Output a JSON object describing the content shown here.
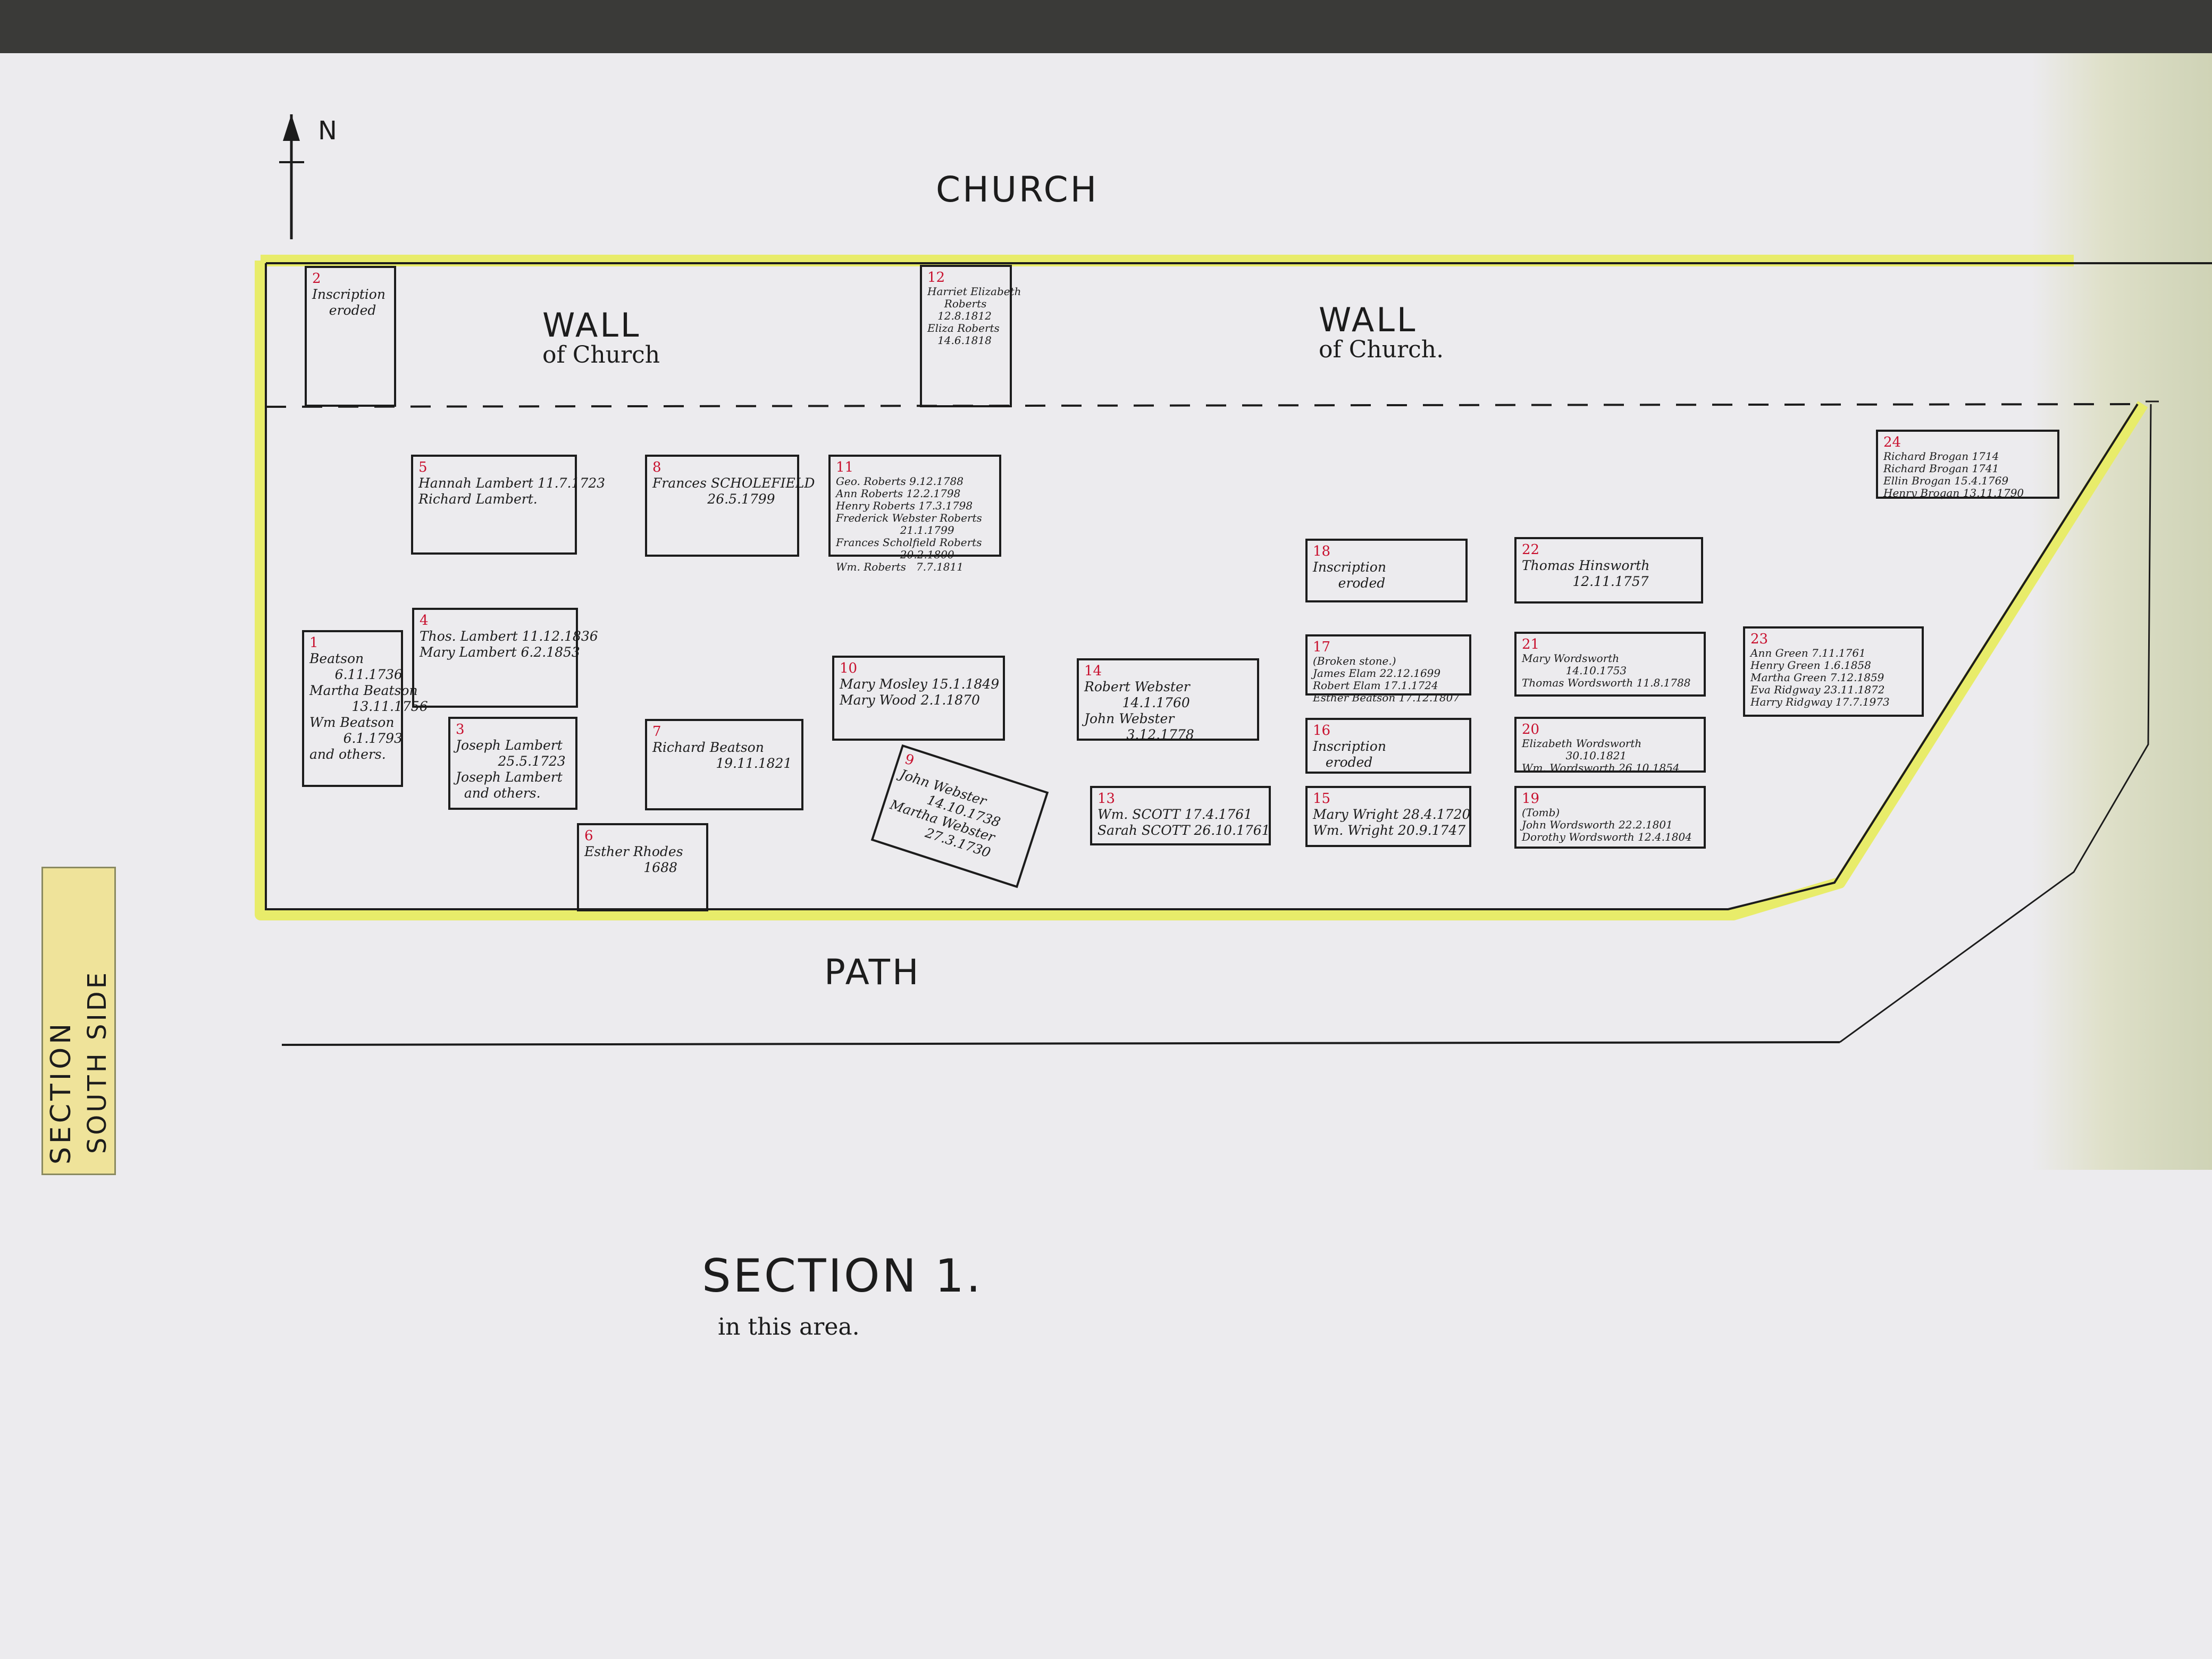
{
  "map": {
    "north": "N",
    "church": "CHURCH",
    "wall_left": {
      "line1": "WALL",
      "line2": "of Church"
    },
    "wall_right": {
      "line1": "WALL",
      "line2": "of Church."
    },
    "path": "PATH",
    "section_heading": "SECTION 1.",
    "section_note": "in this area.",
    "side_label": {
      "line1": "SECTION",
      "line2": "SOUTH SIDE"
    },
    "highlight_color": "#e8ec6a",
    "number_color": "#c8102e"
  },
  "graves": [
    {
      "num": "1",
      "text": "Beatson\n      6.11.1736\nMartha Beatson\n          13.11.1756\nWm Beatson\n        6.1.1793\nand others."
    },
    {
      "num": "2",
      "text": "Inscription\n    eroded"
    },
    {
      "num": "3",
      "text": "Joseph Lambert\n          25.5.1723\nJoseph Lambert\n  and others."
    },
    {
      "num": "4",
      "text": "Thos. Lambert 11.12.1836\nMary Lambert 6.2.1853"
    },
    {
      "num": "5",
      "text": "Hannah Lambert 11.7.1723\nRichard Lambert."
    },
    {
      "num": "6",
      "text": "Esther Rhodes\n              1688"
    },
    {
      "num": "7",
      "text": "Richard Beatson\n               19.11.1821"
    },
    {
      "num": "8",
      "text": "Frances SCHOLEFIELD\n             26.5.1799"
    },
    {
      "num": "9",
      "text": "John Webster\n        14.10.1738\nMartha Webster\n          27.3.1730"
    },
    {
      "num": "10",
      "text": "Mary Mosley 15.1.1849\nMary Wood 2.1.1870"
    },
    {
      "num": "11",
      "text": "Geo. Roberts 9.12.1788\nAnn Roberts 12.2.1798\nHenry Roberts 17.3.1798\nFrederick Webster Roberts\n                   21.1.1799\nFrances Scholfield Roberts\n                   20.2.1800\nWm. Roberts   7.7.1811"
    },
    {
      "num": "12",
      "text": "Harriet Elizabeth\n     Roberts\n   12.8.1812\nEliza Roberts\n   14.6.1818"
    },
    {
      "num": "13",
      "text": "Wm. SCOTT 17.4.1761\nSarah SCOTT 26.10.1761"
    },
    {
      "num": "14",
      "text": "Robert Webster\n         14.1.1760\nJohn Webster\n          3.12.1778"
    },
    {
      "num": "15",
      "text": "Mary Wright 28.4.1720\nWm. Wright 20.9.1747"
    },
    {
      "num": "16",
      "text": "Inscription\n   eroded"
    },
    {
      "num": "17",
      "text": "(Broken stone.)\nJames Elam 22.12.1699\nRobert Elam 17.1.1724\nEsther Beatson 17.12.1807"
    },
    {
      "num": "18",
      "text": "Inscription\n      eroded"
    },
    {
      "num": "19",
      "text": "(Tomb)\nJohn Wordsworth 22.2.1801\nDorothy Wordsworth 12.4.1804"
    },
    {
      "num": "20",
      "text": "Elizabeth Wordsworth\n             30.10.1821\nWm. Wordsworth 26.10.1854"
    },
    {
      "num": "21",
      "text": "Mary Wordsworth\n             14.10.1753\nThomas Wordsworth 11.8.1788"
    },
    {
      "num": "22",
      "text": "Thomas Hinsworth\n            12.11.1757"
    },
    {
      "num": "23",
      "text": "Ann Green 7.11.1761\nHenry Green 1.6.1858\nMartha Green 7.12.1859\nEva Ridgway 23.11.1872\nHarry Ridgway 17.7.1973"
    },
    {
      "num": "24",
      "text": "Richard Brogan 1714\nRichard Brogan 1741\nEllin Brogan 15.4.1769\nHenry Brogan 13.11.1790"
    }
  ]
}
